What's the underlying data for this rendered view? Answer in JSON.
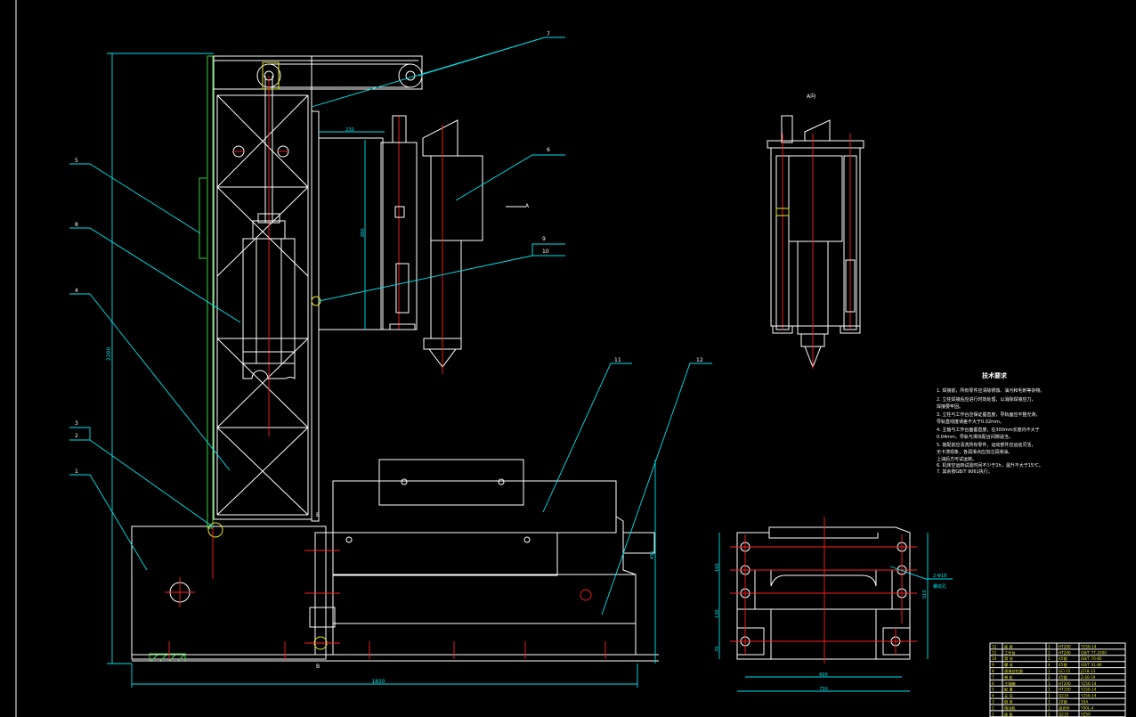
{
  "drawing": {
    "background": "#000000",
    "colors": {
      "outline": "#ffffff",
      "dimension": "#00e5ee",
      "centerline": "#ff2020",
      "hatch": "#39d639",
      "table_text": "#e6e62e"
    }
  },
  "callouts": {
    "c1": "1",
    "c2": "2",
    "c3": "3",
    "c4": "4",
    "c5": "5",
    "c6": "6",
    "c7": "7",
    "c8": "8",
    "c9": "9",
    "c10": "10",
    "c11": "11",
    "c12": "12"
  },
  "dims": {
    "width_overall": "1850",
    "height_overall": "2200",
    "head_offset": "230",
    "head_height": "880",
    "table_height": "435",
    "bb_width": "730",
    "bb_inner": "600",
    "bb_height": "510",
    "bb_sub1": "160",
    "bb_sub2": "130",
    "bb_sub3": "70"
  },
  "views": {
    "view_a_title": "A向",
    "view_a_arrow": "A",
    "section_bb_title": "B—B",
    "section_b_mark": "B",
    "holes_label_1": "2-Φ18",
    "holes_label_2": "螺纹孔"
  },
  "tech_notes": {
    "title": "技术要求",
    "lines": [
      "1. 焊接前，所有零件应清除锈蚀、油污和毛刺等杂物。",
      "2. 立柱焊接后应进行时效处理，以消除焊接应力，",
      "   焊接要牢固。",
      "3. 立柱与工作台应保证垂直度，导轨面应平整光滑，",
      "   导轨直线度误差不大于0.02mm。",
      "4. 主轴与工作台面垂直度，在300mm长度内不大于",
      "   0.04mm，导轨与滑块配合间隙适当。",
      "5. 装配前应清洗所有零件，运动部件应运动灵活，",
      "   无卡滞现象，各润滑点应加注润滑油。",
      "   上油后方可试运转。",
      "6. 机床空运转试验时间不少于2h，温升不大于15℃。",
      "7. 其余按GB/T 9061执行。"
    ]
  },
  "parts_table": {
    "rows": [
      [
        "12",
        "底 座",
        "1",
        "HT200",
        "Y250-14"
      ],
      [
        "11",
        "工作台",
        "1",
        "HT200",
        "GB/T 77-2000"
      ],
      [
        "10",
        "滑 块",
        "2",
        "45钢",
        "GB/T 70-85"
      ],
      [
        "9",
        "螺 母",
        "4",
        "45钢",
        "GB/T 41-86"
      ],
      [
        "8",
        "滚珠丝杠副",
        "1",
        "GCr15",
        "JZ18-13"
      ],
      [
        "7",
        "带 轮",
        "2",
        "45钢",
        "Z-40-19"
      ],
      [
        "6",
        "主轴箱",
        "1",
        "HT200",
        "Y250-14"
      ],
      [
        "5",
        "配 重",
        "1",
        "HT150",
        "Y250-14"
      ],
      [
        "4",
        "立 柱",
        "1",
        "Q235",
        "Y250-14"
      ],
      [
        "3",
        "链 条",
        "1",
        "20钢",
        "16A"
      ],
      [
        "2",
        "电动机",
        "1",
        "组合件",
        "Y90L-4"
      ],
      [
        "1",
        "底 板",
        "1",
        "Q235",
        "YZ50"
      ]
    ]
  }
}
